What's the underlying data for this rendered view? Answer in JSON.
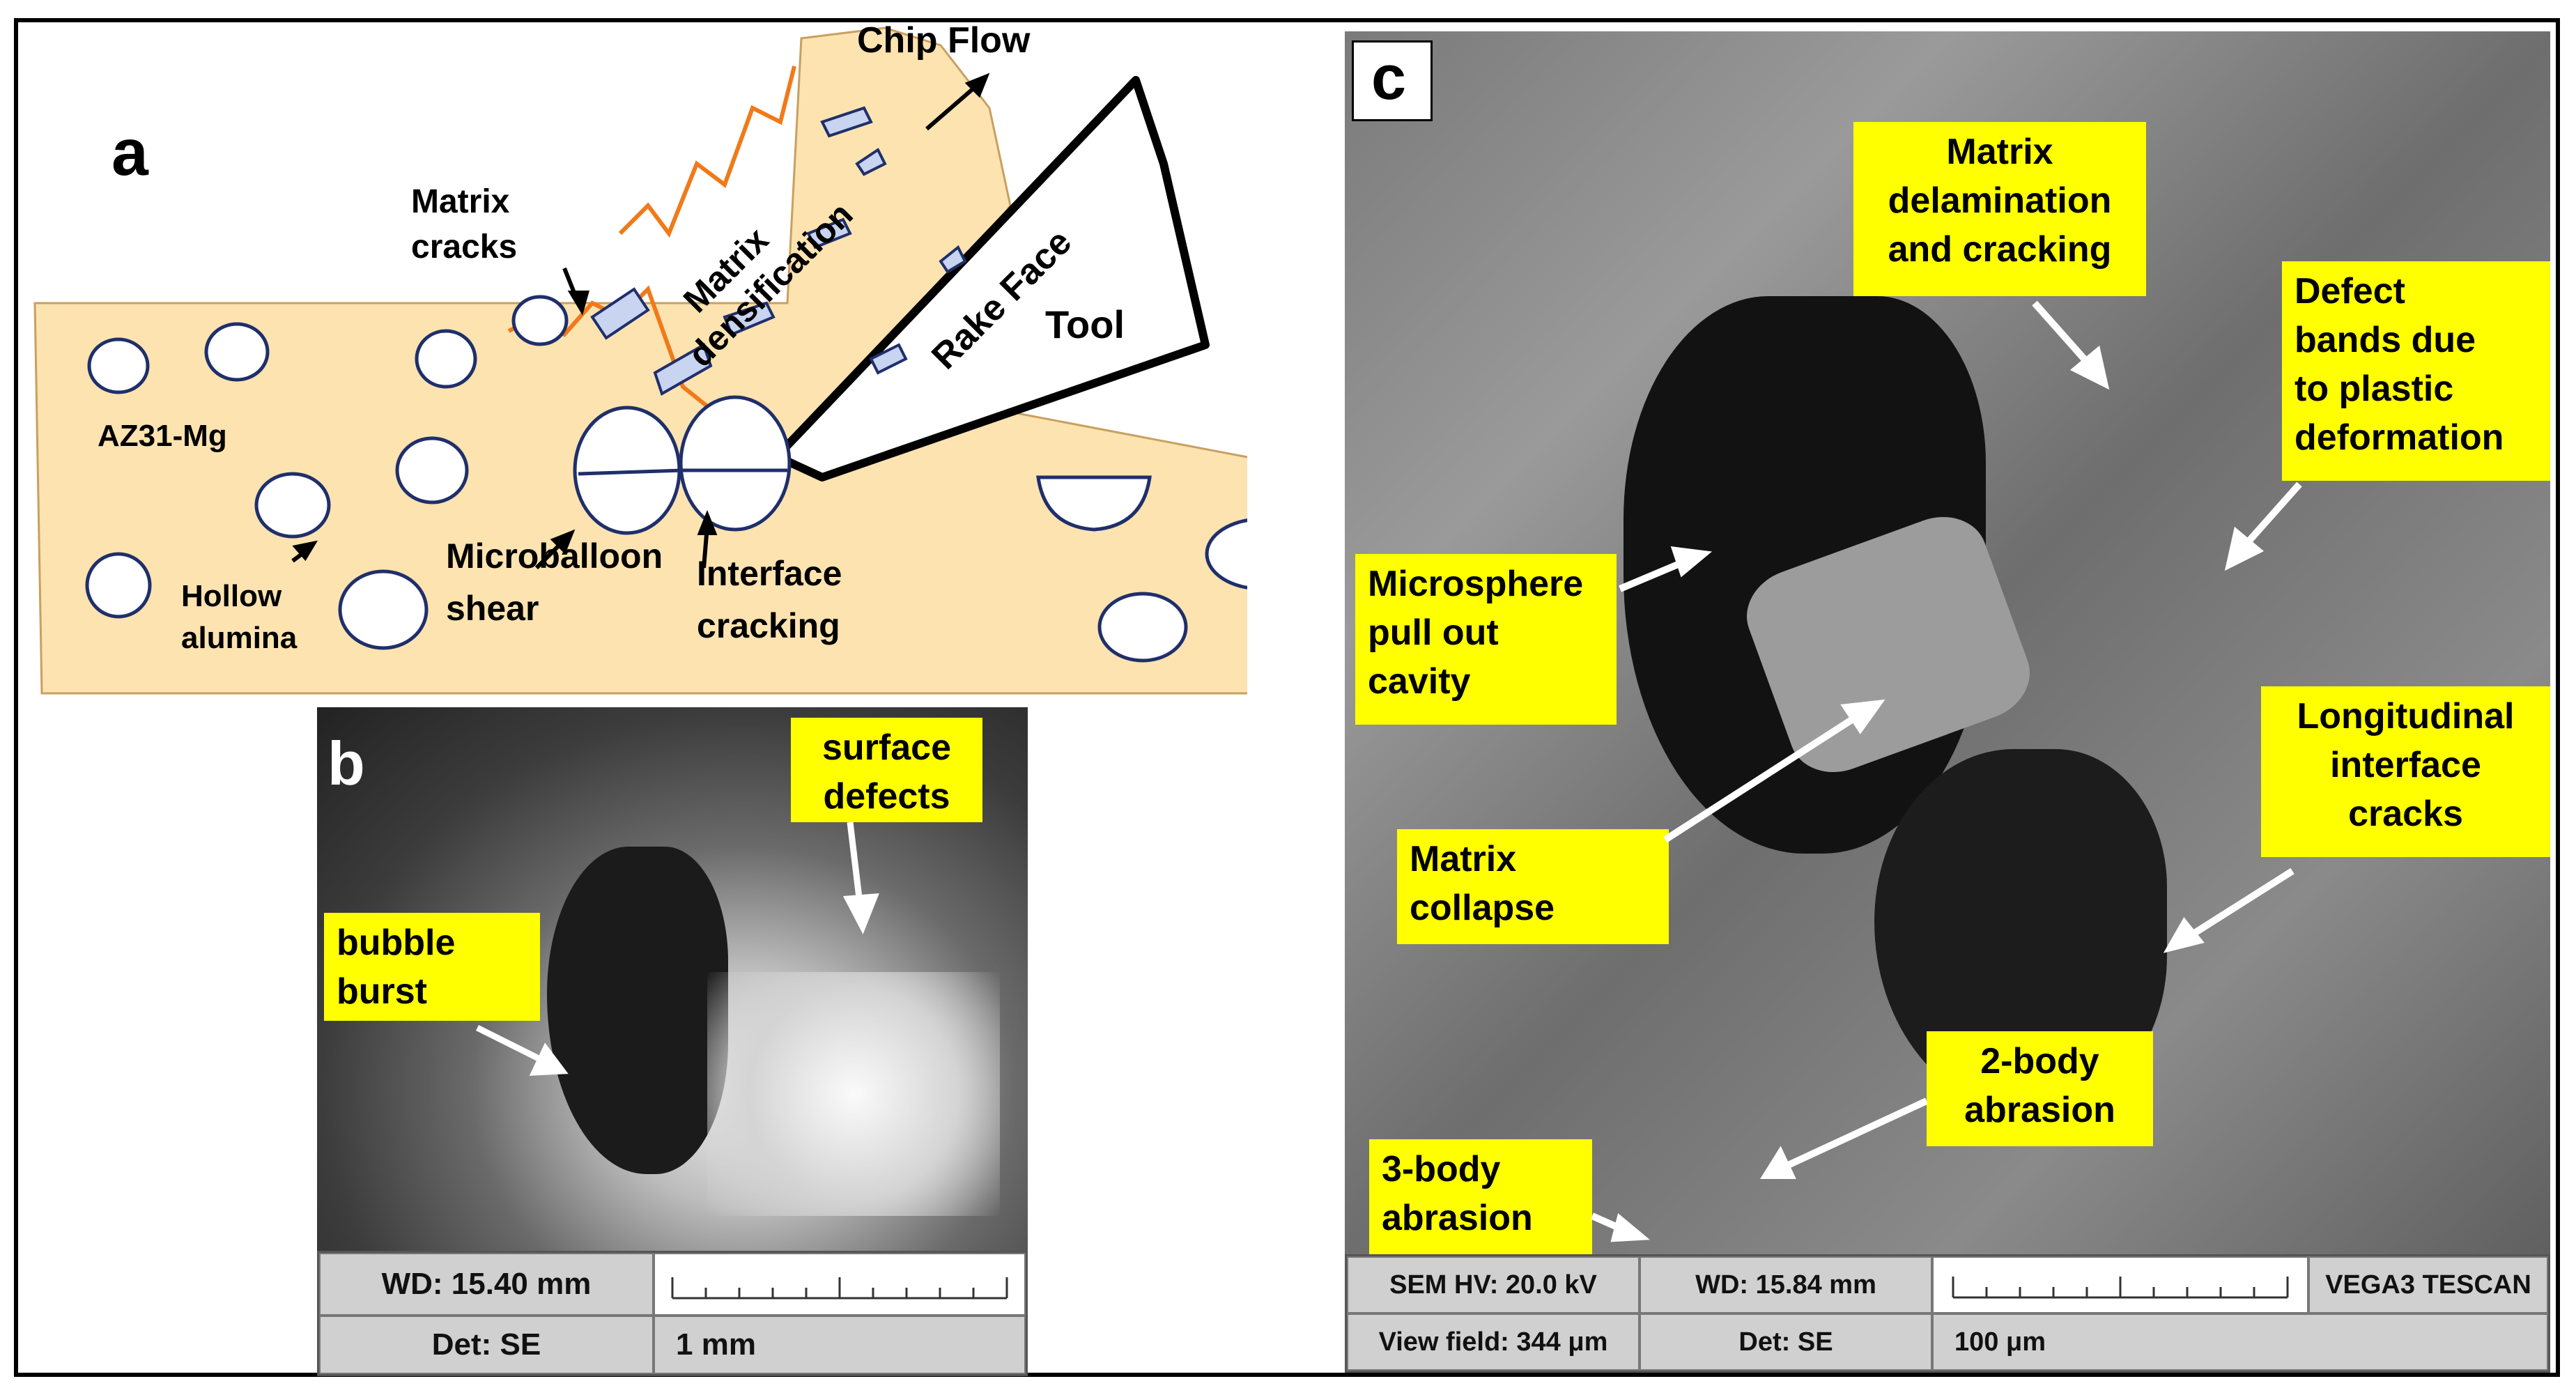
{
  "panel_a": {
    "letter": "a",
    "labels": {
      "chip_flow": "Chip Flow",
      "matrix_cracks": [
        "Matrix",
        "cracks"
      ],
      "matrix_densification": [
        "Matrix",
        "densification"
      ],
      "rake_face": "Rake Face",
      "tool": "Tool",
      "az31": "AZ31-Mg",
      "hollow_alumina": [
        "Hollow",
        "alumina"
      ],
      "microballoon_shear": [
        "Microballoon",
        "shear"
      ],
      "interface_cracking": [
        "Interface",
        "cracking"
      ]
    },
    "colors": {
      "matrix_fill": "#fde3b0",
      "crack": "#f07a1a",
      "balloon_outline": "#1f2f6b"
    }
  },
  "panel_b": {
    "letter": "b",
    "labels": {
      "surface_defects": [
        "surface",
        "defects"
      ],
      "bubble_burst": [
        "bubble",
        "burst"
      ]
    },
    "databar": {
      "wd": "WD: 15.40 mm",
      "det": "Det: SE",
      "scale": "1 mm"
    }
  },
  "panel_c": {
    "letter": "c",
    "labels": {
      "matrix_delamination": [
        "Matrix",
        "delamination",
        "and cracking"
      ],
      "defect_bands": [
        "Defect",
        "bands due",
        "to plastic",
        "deformation"
      ],
      "microsphere_pullout": [
        "Microsphere",
        "pull out",
        "cavity"
      ],
      "longitudinal_cracks": [
        "Longitudinal",
        "interface",
        "cracks"
      ],
      "matrix_collapse": [
        "Matrix",
        "collapse"
      ],
      "two_body": [
        "2-body",
        "abrasion"
      ],
      "three_body": [
        "3-body",
        "abrasion"
      ]
    },
    "databar": {
      "hv": "SEM HV: 20.0 kV",
      "wd": "WD: 15.84 mm",
      "brand": "VEGA3 TESCAN",
      "view_field": "View field: 344 μm",
      "det": "Det: SE",
      "scale": "100 μm"
    }
  },
  "colors": {
    "label_bg": "#ffff00",
    "arrow": "#ffffff"
  }
}
